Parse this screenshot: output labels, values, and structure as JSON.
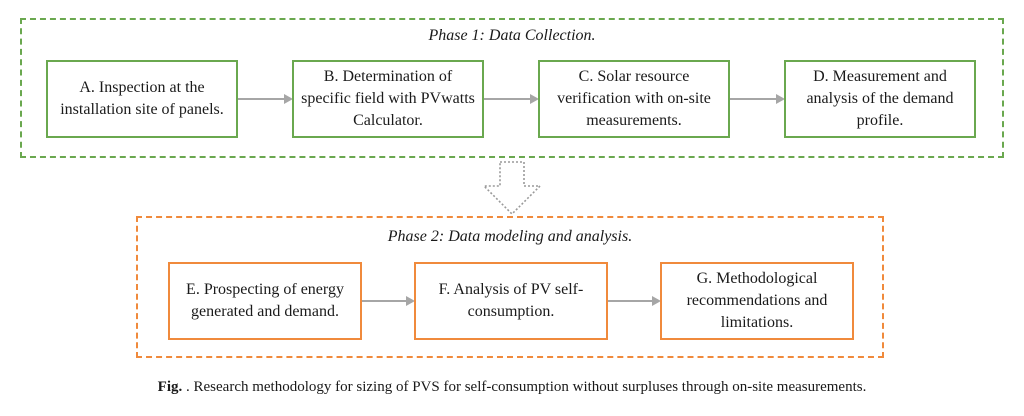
{
  "phase1": {
    "title": "Phase 1: Data Collection.",
    "steps": [
      {
        "label": "A. Inspection at the installation site of panels."
      },
      {
        "label": "B. Determination of specific field with PVwatts Calculator."
      },
      {
        "label": "C. Solar resource verification with on-site measurements."
      },
      {
        "label": "D. Measurement and analysis of the demand profile."
      }
    ]
  },
  "phase2": {
    "title": "Phase 2: Data modeling and analysis.",
    "steps": [
      {
        "label": "E. Prospecting of energy generated and demand."
      },
      {
        "label": "F. Analysis of PV self-consumption."
      },
      {
        "label": "G. Methodological recommendations and limitations."
      }
    ]
  },
  "caption": {
    "prefix": "Fig. ",
    "number": "",
    "text": ". Research methodology for sizing of PVS for self-consumption without surpluses through on-site measurements."
  },
  "colors": {
    "phase1": "#6aa84f",
    "phase2": "#f08a3c",
    "arrow": "#a6a6a6"
  }
}
